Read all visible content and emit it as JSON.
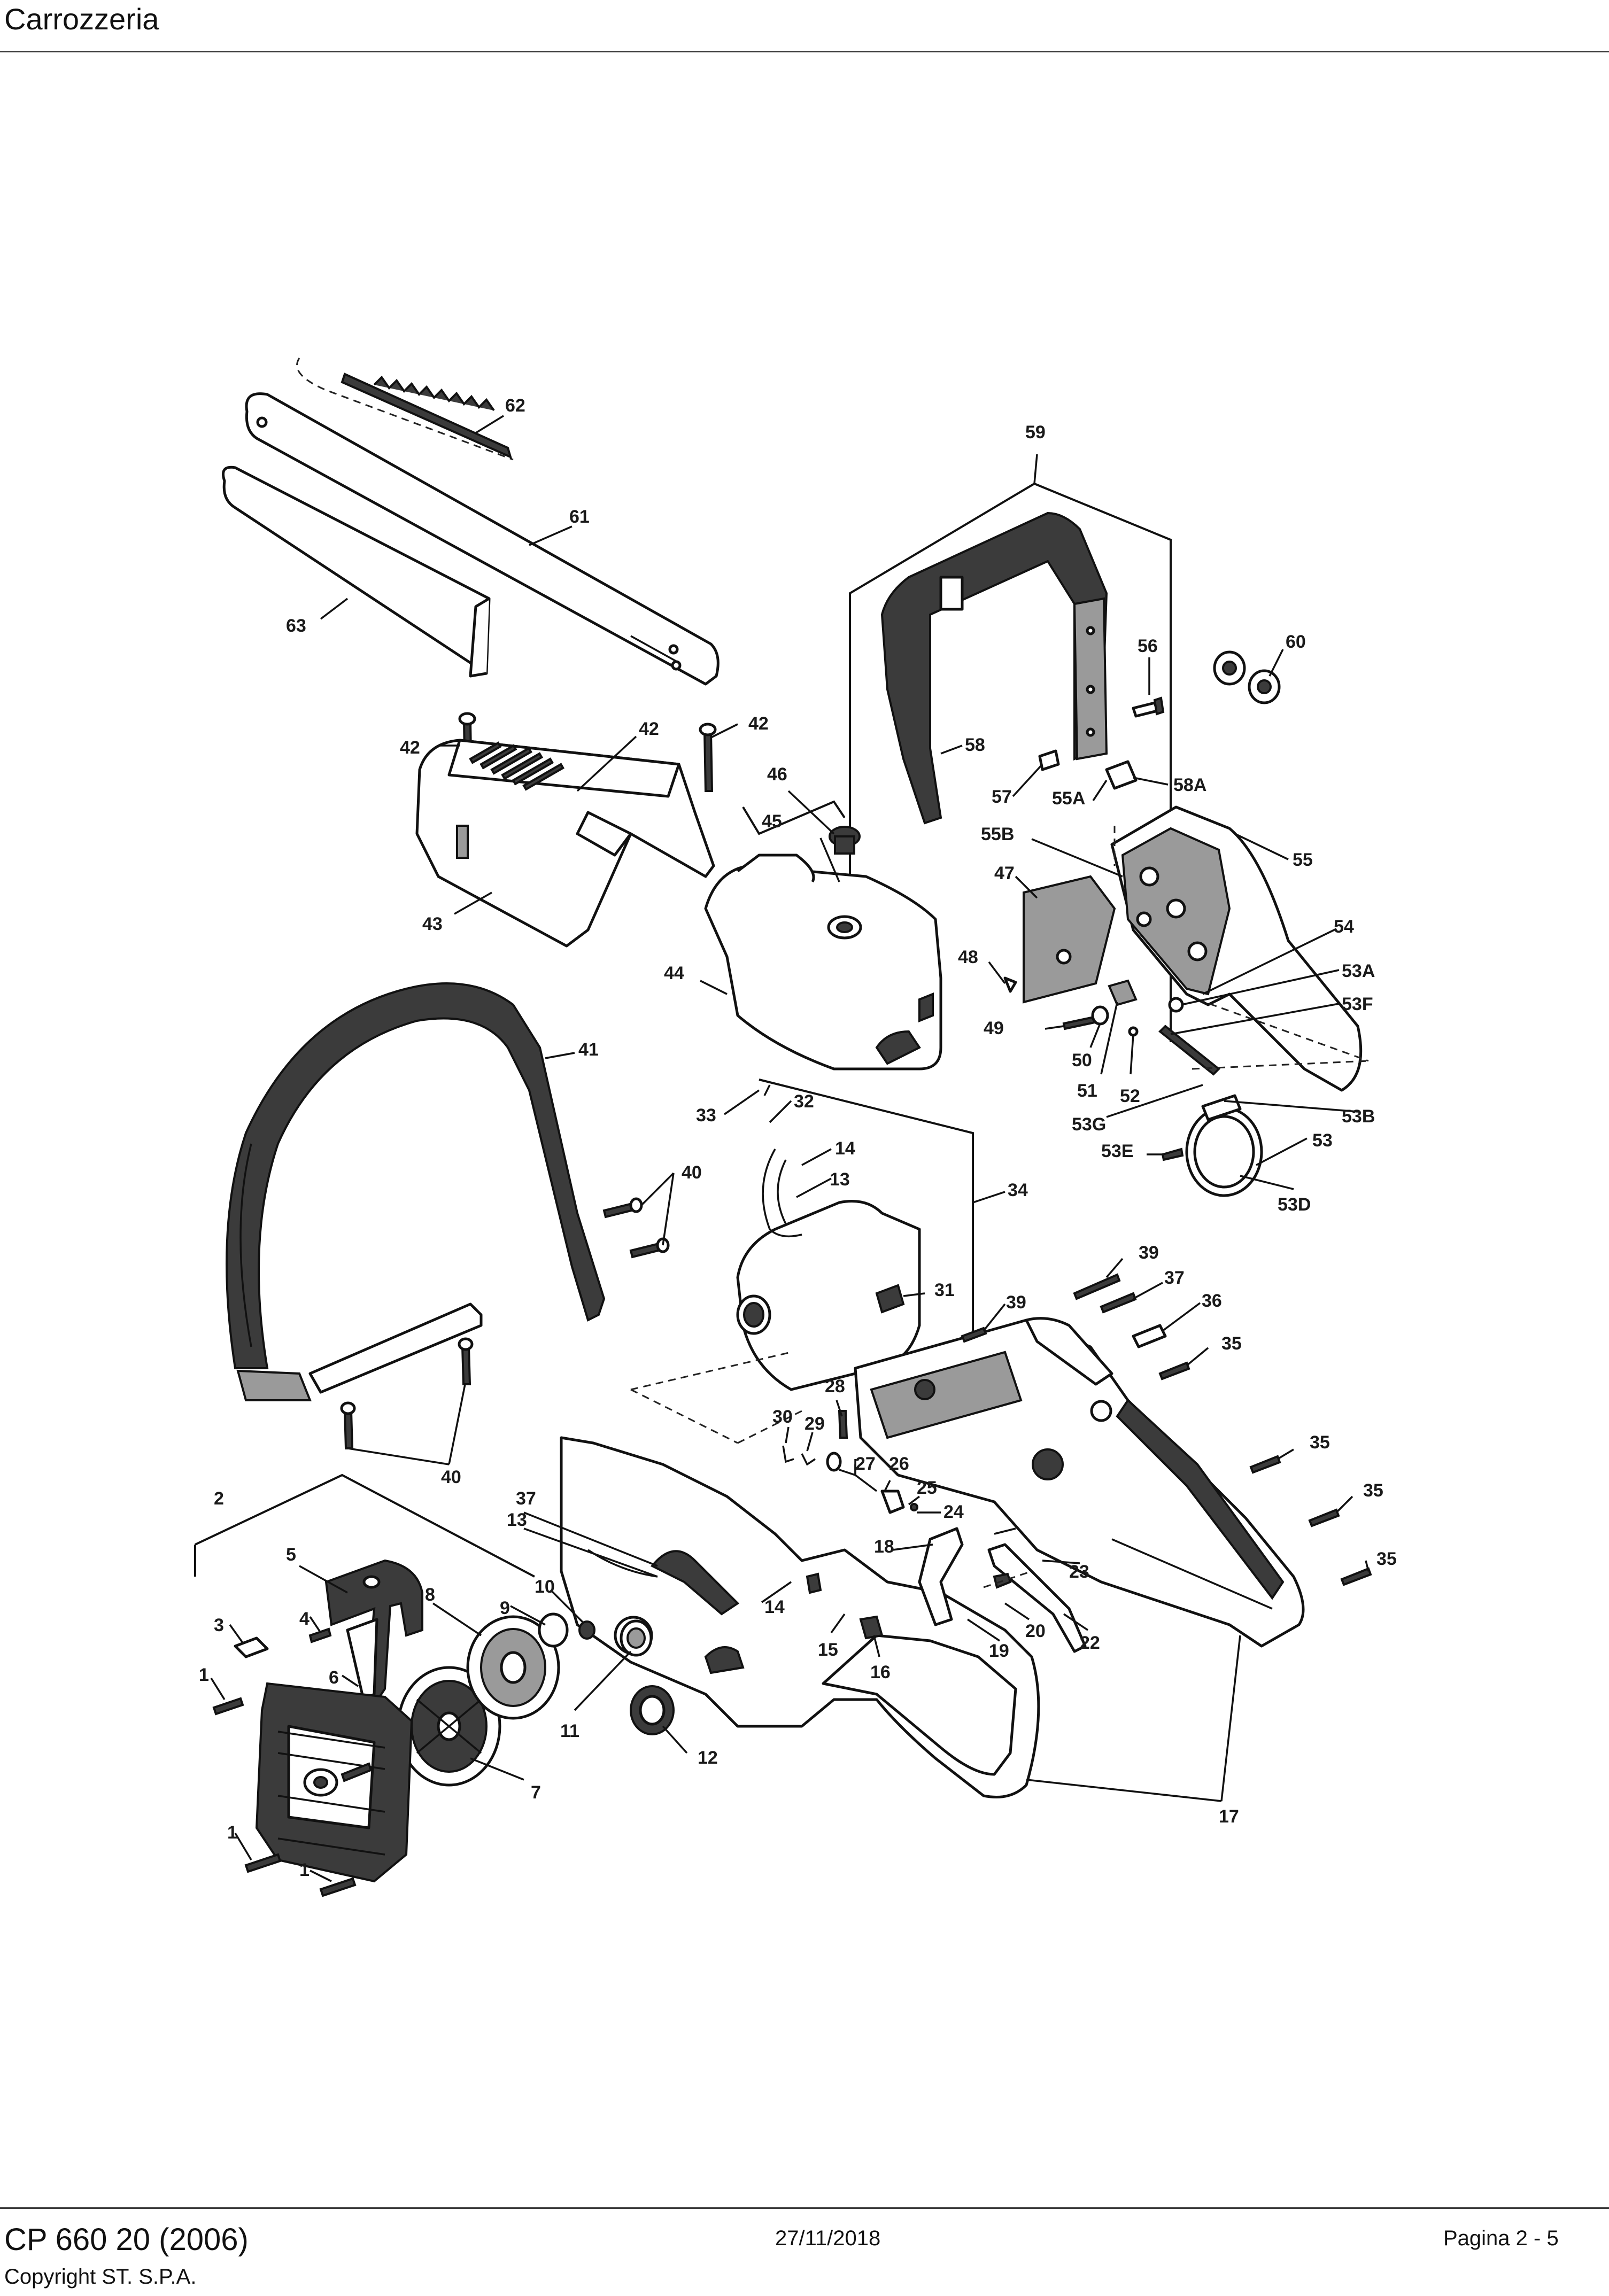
{
  "header": {
    "title": "Carrozzeria"
  },
  "footer": {
    "model": "CP 660 20 (2006)",
    "copyright": "Copyright ST. S.P.A.",
    "date": "27/11/2018",
    "page": "Pagina 2 - 5"
  },
  "diagram": {
    "labels": {
      "l62": "62",
      "l61": "61",
      "l63": "63",
      "l59": "59",
      "l56": "56",
      "l60": "60",
      "l58": "58",
      "l57": "57",
      "l58A": "58A",
      "l55A": "55A",
      "l55B": "55B",
      "l55": "55",
      "l47": "47",
      "l54": "54",
      "l53A": "53A",
      "l53F": "53F",
      "l48": "48",
      "l49": "49",
      "l50": "50",
      "l51": "51",
      "l52": "52",
      "l53G": "53G",
      "l53B": "53B",
      "l53E": "53E",
      "l53": "53",
      "l53D": "53D",
      "l42a": "42",
      "l42b": "42",
      "l42c": "42",
      "l43": "43",
      "l46": "46",
      "l45": "45",
      "l44": "44",
      "l41": "41",
      "l33": "33",
      "l32": "32",
      "l14a": "14",
      "l13a": "13",
      "l34": "34",
      "l40a": "40",
      "l40b": "40",
      "l31": "31",
      "l39a": "39",
      "l39b": "39",
      "l37a": "37",
      "l36": "36",
      "l35a": "35",
      "l35b": "35",
      "l35c": "35",
      "l35d": "35",
      "l28": "28",
      "l30": "30",
      "l29": "29",
      "l27": "27",
      "l26": "26",
      "l25": "25",
      "l24": "24",
      "l2": "2",
      "l37b": "37",
      "l13b": "13",
      "l5": "5",
      "l8": "8",
      "l9": "9",
      "l10": "10",
      "l18": "18",
      "l23": "23",
      "l3": "3",
      "l4": "4",
      "l14b": "14",
      "l15": "15",
      "l16": "16",
      "l19": "19",
      "l20": "20",
      "l22": "22",
      "l1a": "1",
      "l6": "6",
      "l11": "11",
      "l12": "12",
      "l7": "7",
      "l17": "17",
      "l1b": "1",
      "l1c": "1"
    }
  }
}
